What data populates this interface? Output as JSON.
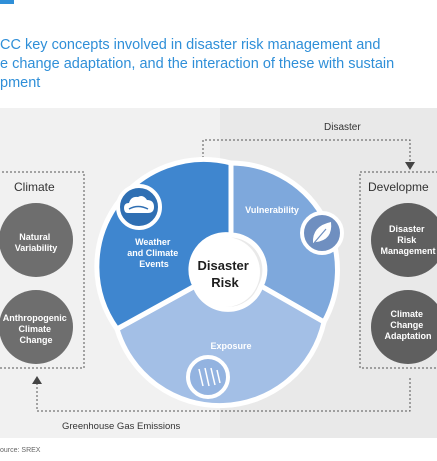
{
  "caption": {
    "line1": "CC key concepts involved in disaster risk management and",
    "line2": "e change adaptation, and the interaction of these with sustain",
    "line3": "pment"
  },
  "diagram": {
    "top_flow_label": "Disaster",
    "bottom_flow_label": "Greenhouse Gas Emissions",
    "left_box": {
      "title": "Climate",
      "items": [
        {
          "lines": [
            "Natural",
            "Variability"
          ]
        },
        {
          "lines": [
            "Anthropogenic",
            "Climate",
            "Change"
          ]
        }
      ]
    },
    "right_box": {
      "title": "Developme",
      "items": [
        {
          "lines": [
            "Disaster",
            "Risk",
            "Management"
          ]
        },
        {
          "lines": [
            "Climate",
            "Change",
            "Adaptation"
          ]
        }
      ]
    },
    "center": {
      "lines": [
        "Disaster",
        "Risk"
      ]
    },
    "segments": {
      "weather": [
        "Weather",
        "and Climate",
        "Events"
      ],
      "vulnerability": "Vulnerability",
      "exposure": "Exposure"
    },
    "icons": [
      "cloud-icon",
      "leaf-icon",
      "rain-icon"
    ],
    "colors": {
      "accent": "#2f8fd8",
      "weather": "#3f86cf",
      "vulnerability": "#7ea8dc",
      "exposure": "#a3bfe6",
      "circle_gray": "#6e6e6e"
    }
  },
  "source": "ource: SREX"
}
